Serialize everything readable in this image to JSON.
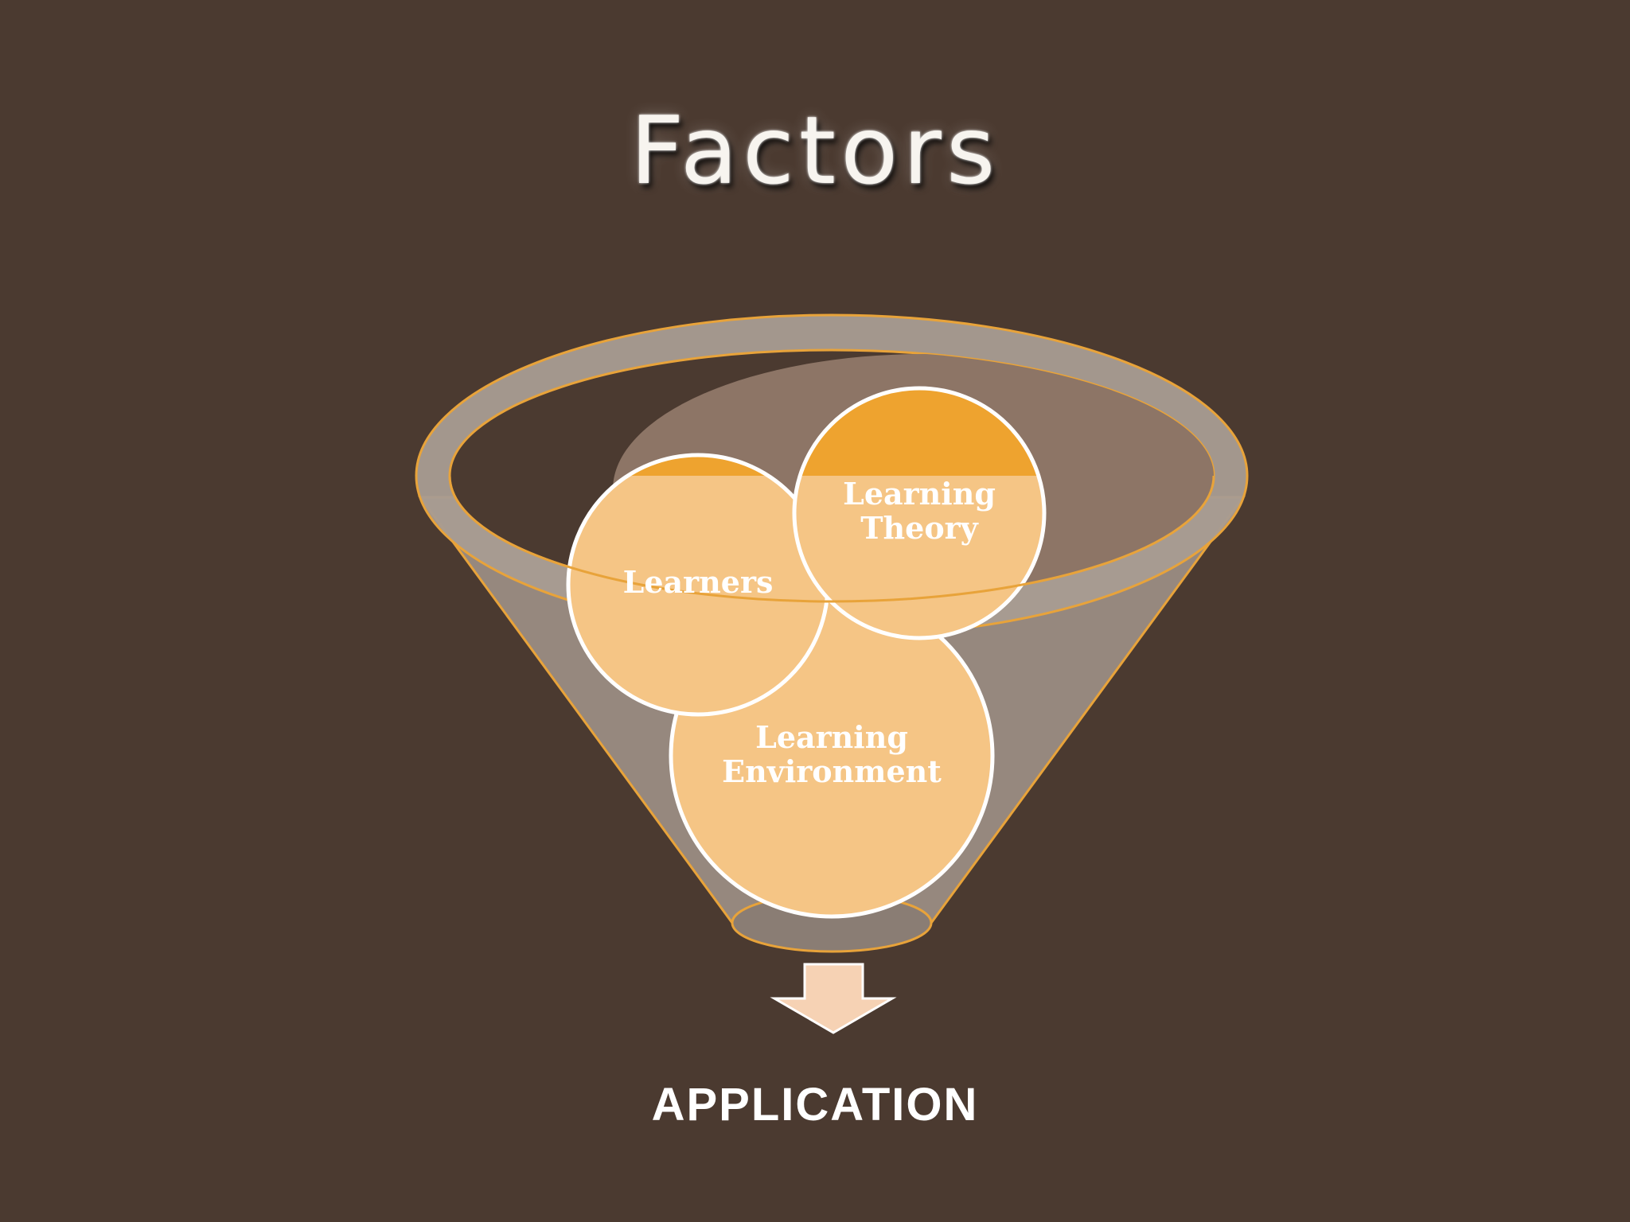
{
  "slide": {
    "title": "Factors",
    "bubbles": {
      "learners": "Learners",
      "theory_line1": "Learning",
      "theory_line2": "Theory",
      "environment_line1": "Learning",
      "environment_line2": "Environment"
    },
    "output_label": "APPLICATION"
  },
  "colors": {
    "background": "#4b3a30",
    "funnel_fill": "#9c8f86",
    "funnel_outline": "#e8a33a",
    "bubble_dark": "#eea32f",
    "bubble_light": "#f5c585",
    "arrow_fill": "#f6d2b4"
  }
}
